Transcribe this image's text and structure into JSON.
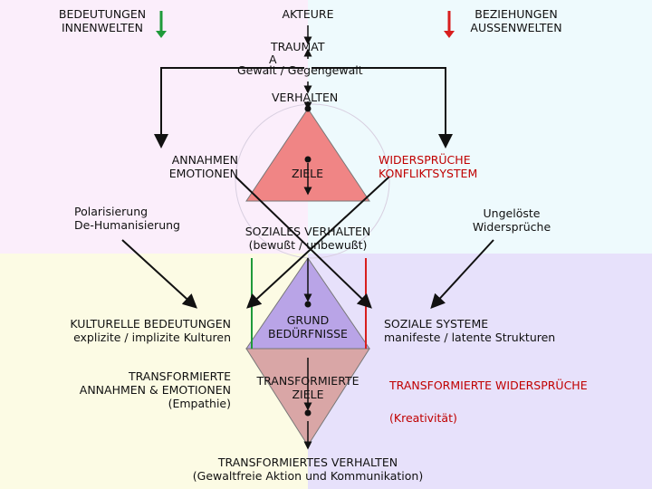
{
  "colors": {
    "bg_top_left": "#fbeefb",
    "bg_top_right": "#eefafd",
    "bg_bottom_left": "#fcfbe4",
    "bg_bottom_right": "#e7e1fb",
    "triangle_top": "#f08585",
    "diamond": "#b9a4e7",
    "triangle_bottom": "#d9a6a6",
    "green_arrow": "#1f9a3a",
    "red_arrow": "#d81e1e",
    "red_text": "#c00000"
  },
  "labels": {
    "bedeutungen": "BEDEUTUNGEN",
    "innenwelten": "INNENWELTEN",
    "akteure": "AKTEURE",
    "beziehungen": "BEZIEHUNGEN",
    "aussenwelten": "AUSSENWELTEN",
    "traumat": "TRAUMAT",
    "a": "A",
    "gewalt": "Gewalt / Gegengewalt",
    "verhalten": "VERHALTEN",
    "annahmen": "ANNAHMEN",
    "emotionen": "EMOTIONEN",
    "ziele": "ZIELE",
    "widersprueche": "WIDERSPRÜCHE",
    "konfliktsystem": "KONFLIKTSYSTEM",
    "polarisierung": "Polarisierung",
    "dehumanisierung": "De-Humanisierung",
    "soziales_verhalten": "SOZIALES VERHALTEN",
    "bewusst": "(bewußt / unbewußt)",
    "ungeloeste": "Ungelöste",
    "widersprueche_lc": "Widersprüche",
    "kult_bedeutungen": "KULTURELLE BEDEUTUNGEN",
    "kulturen": "explizite / implizite Kulturen",
    "grund": "GRUND",
    "beduerfnisse": "BEDÜRFNISSE",
    "soziale_systeme": "SOZIALE SYSTEME",
    "strukturen": "manifeste / latente Strukturen",
    "transf_1": "TRANSFORMIERTE",
    "transf_2": "ANNAHMEN & EMOTIONEN",
    "empathie": "(Empathie)",
    "transf_ziele_1": "TRANSFORMIERTE",
    "transf_ziele_2": "ZIELE",
    "transf_widersprueche": "TRANSFORMIERTE WIDERSPRÜCHE",
    "kreativitaet": "(Kreativität)",
    "transf_verhalten": "TRANSFORMIERTES VERHALTEN",
    "gewaltfrei": "(Gewaltfreie Aktion und Kommunikation)"
  }
}
